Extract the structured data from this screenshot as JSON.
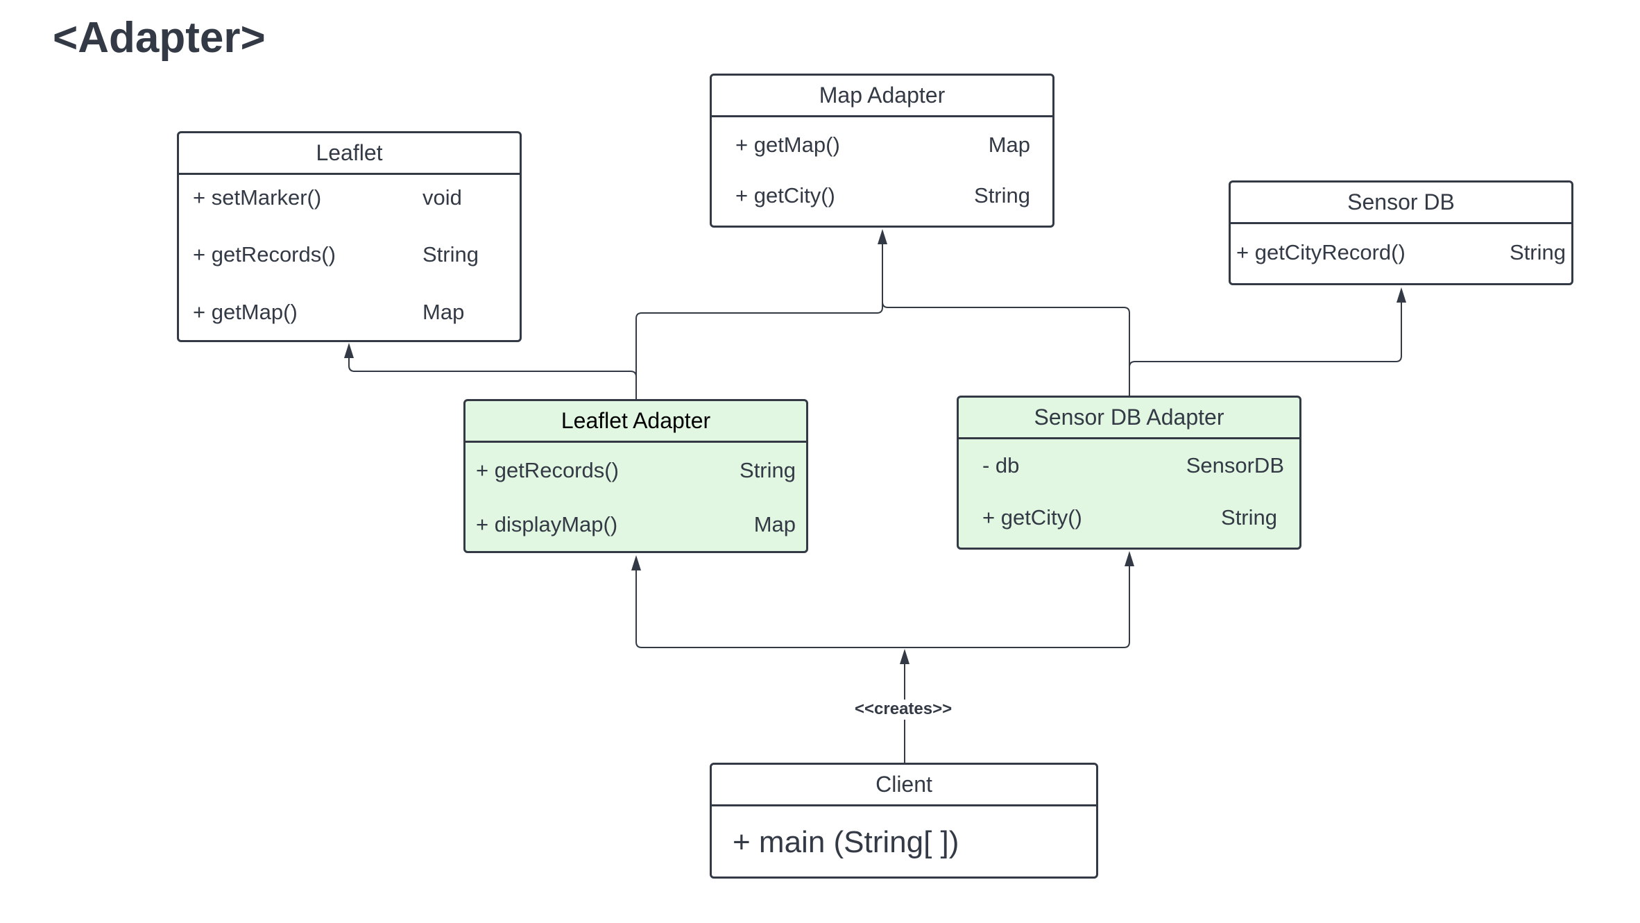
{
  "title": "<Adapter>",
  "colors": {
    "line": "#333a45",
    "adapter_fill": "#e1f7e1",
    "class_fill": "#ffffff",
    "text": "#333a45"
  },
  "classes": {
    "leaflet": {
      "name": "Leaflet",
      "members": [
        {
          "name": "+ setMarker()",
          "type": "void"
        },
        {
          "name": "+ getRecords()",
          "type": "String"
        },
        {
          "name": "+ getMap()",
          "type": "Map"
        }
      ]
    },
    "map_adapter": {
      "name": "Map Adapter",
      "members": [
        {
          "name": "+ getMap()",
          "type": "Map"
        },
        {
          "name": "+ getCity()",
          "type": "String"
        }
      ]
    },
    "sensor_db": {
      "name": "Sensor DB",
      "members": [
        {
          "name": "+ getCityRecord()",
          "type": "String"
        }
      ]
    },
    "leaflet_adapter": {
      "name": "Leaflet Adapter",
      "members": [
        {
          "name": "+ getRecords()",
          "type": "String"
        },
        {
          "name": "+ displayMap()",
          "type": "Map"
        }
      ]
    },
    "sensor_db_adapter": {
      "name": "Sensor DB Adapter",
      "members": [
        {
          "name": "- db",
          "type": "SensorDB"
        },
        {
          "name": "+ getCity()",
          "type": "String"
        }
      ]
    },
    "client": {
      "name": "Client",
      "members": [
        {
          "name": "+ main (String[ ])",
          "type": ""
        }
      ]
    }
  },
  "relations": {
    "creates_label": "<<creates>>"
  }
}
